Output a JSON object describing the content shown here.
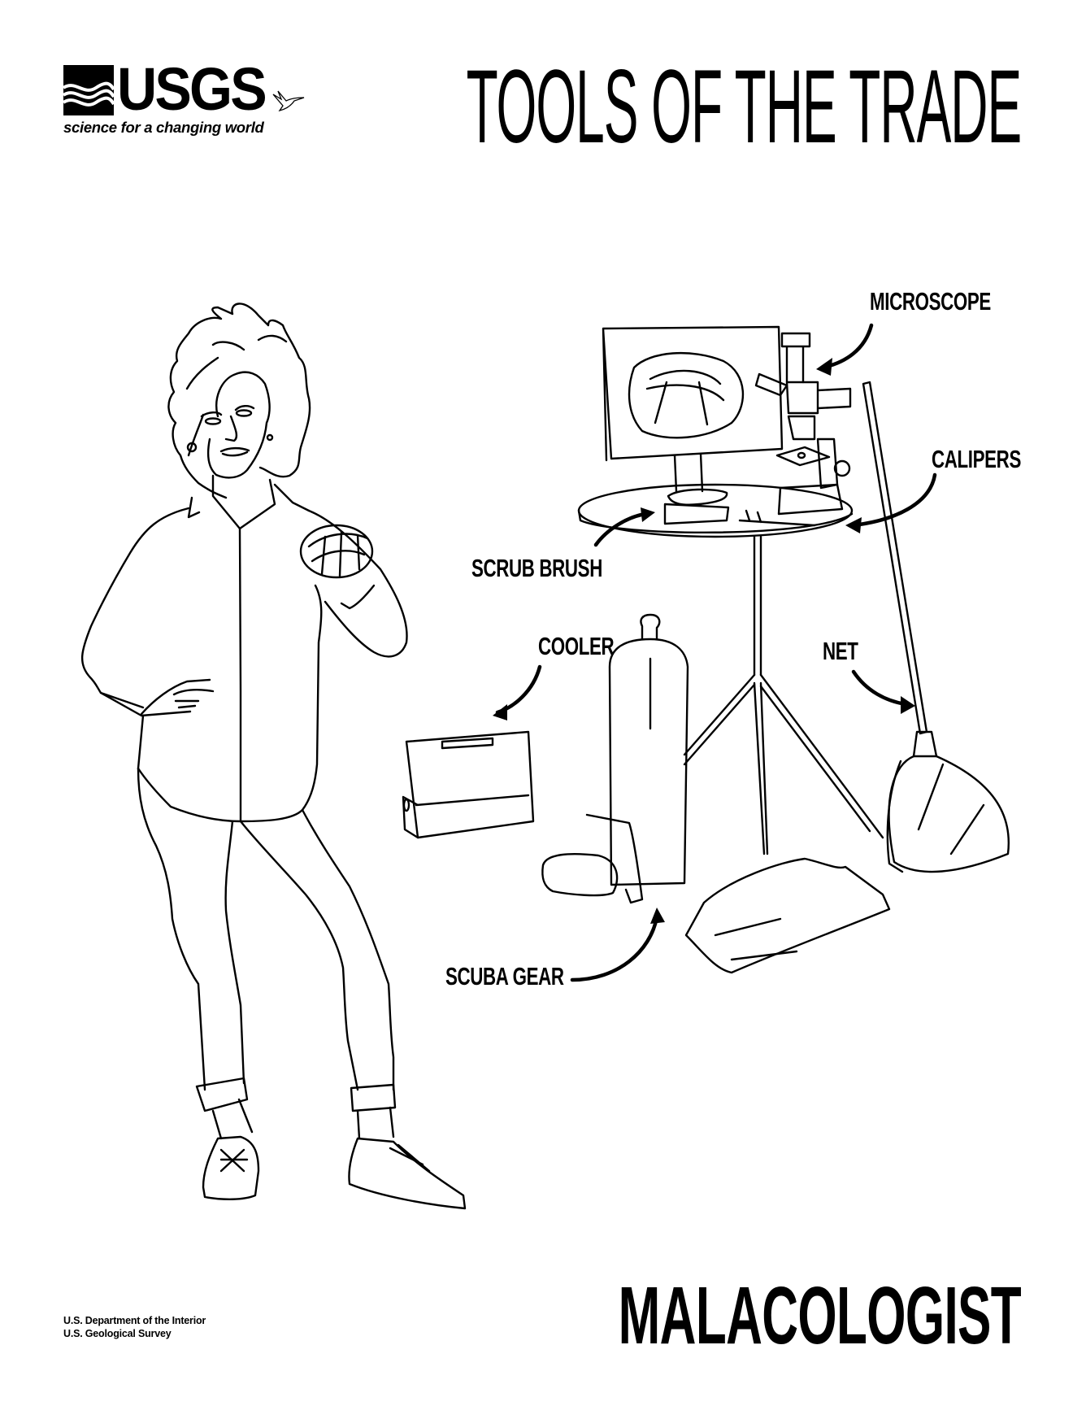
{
  "header": {
    "logo": {
      "wordmark": "USGS",
      "tagline": "science for a changing world",
      "mark_icon": "usgs-wave-icon",
      "bird_icon": "hummingbird-icon"
    },
    "title": "TOOLS OF THE TRADE"
  },
  "illustration": {
    "subject": "malacologist-figure",
    "labels": [
      {
        "id": "microscope",
        "text": "MICROSCOPE"
      },
      {
        "id": "calipers",
        "text": "CALIPERS"
      },
      {
        "id": "scrub_brush",
        "text": "SCRUB BRUSH"
      },
      {
        "id": "cooler",
        "text": "COOLER"
      },
      {
        "id": "net",
        "text": "NET"
      },
      {
        "id": "scuba_gear",
        "text": "SCUBA GEAR"
      }
    ]
  },
  "footer": {
    "line1": "U.S. Department of the Interior",
    "line2": "U.S. Geological Survey",
    "profession": "MALACOLOGIST"
  },
  "colors": {
    "ink": "#000000",
    "paper": "#ffffff"
  }
}
